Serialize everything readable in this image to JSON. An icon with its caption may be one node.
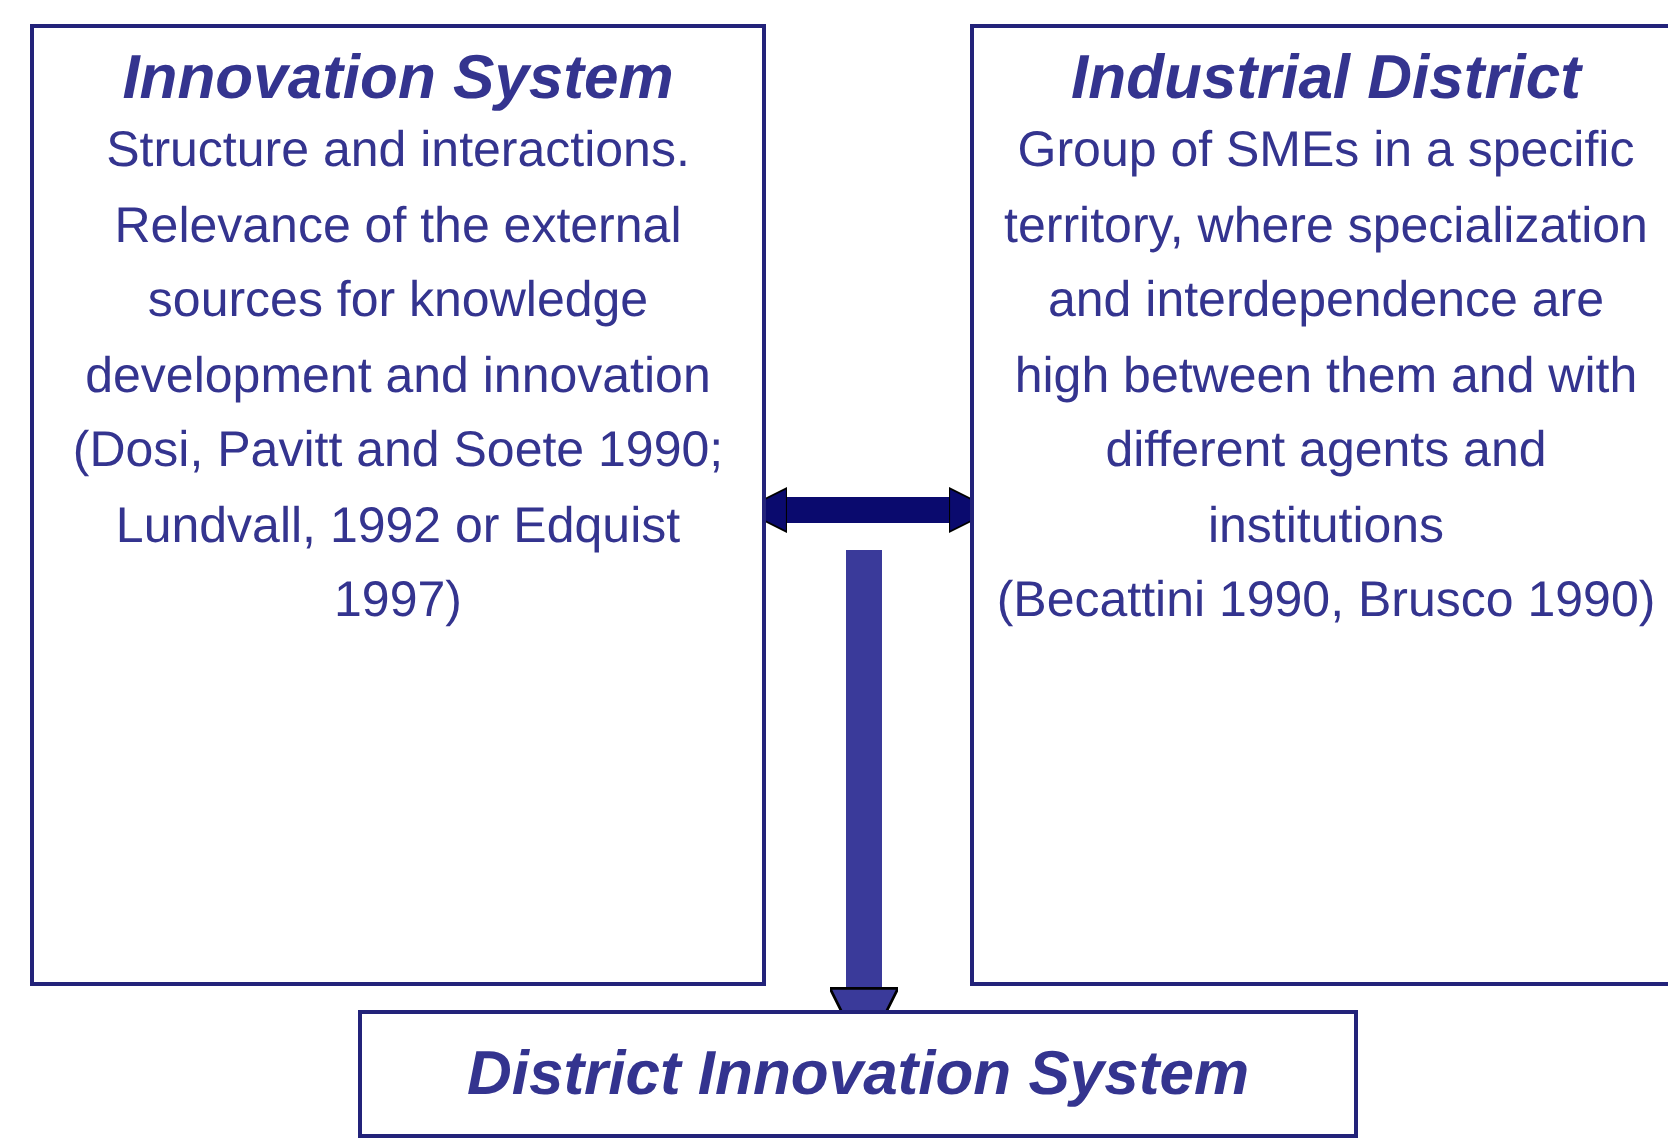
{
  "diagram": {
    "nodes": [
      {
        "text": [
          "Innovation System",
          "Structure and interactions. Relevance of the external sources for knowledge development and innovation",
          "(Dosi, Pavitt and Soete 1990; Lundvall, 1992 or Edquist 1997)"
        ]
      },
      {
        "text": [
          "Industrial District",
          "Group of SMEs in a specific territory, where specialization and interdependence are high between them and with different agents and institutions",
          "(Becattini 1990, Brusco 1990)"
        ]
      },
      {
        "text": [
          "District Innovation System"
        ]
      }
    ],
    "edges": [
      {
        "from": 0,
        "to": 1,
        "arrow": "both",
        "color": "#0a0a6e"
      },
      {
        "from": null,
        "to": 2,
        "arrow": "to",
        "color": "#3a3a9a"
      }
    ]
  }
}
